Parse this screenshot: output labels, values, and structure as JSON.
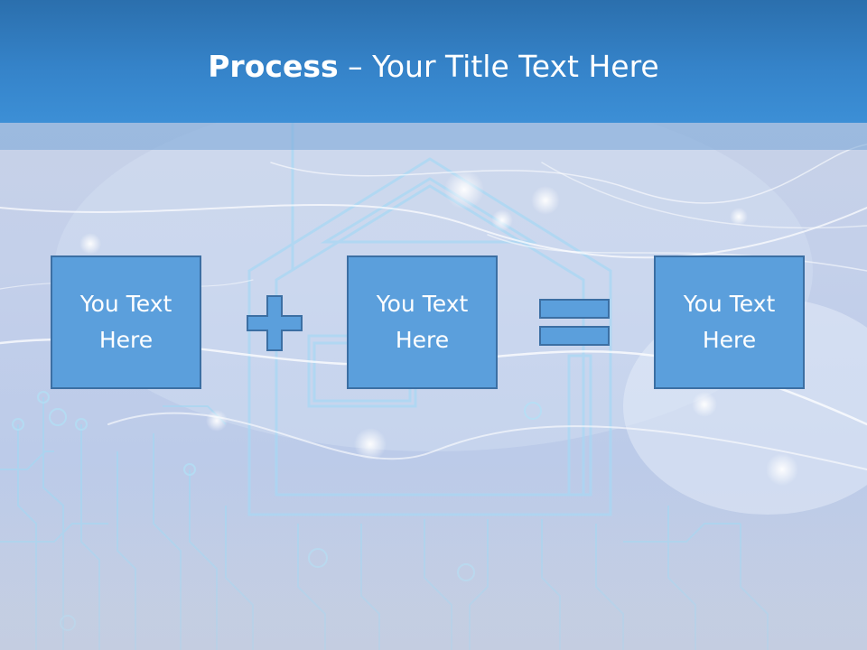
{
  "slide": {
    "title_bold": "Process",
    "title_rest": " – Your Title Text Here"
  },
  "boxes": [
    {
      "text": "You Text Here"
    },
    {
      "text": "You Text Here"
    },
    {
      "text": "You Text Here"
    }
  ],
  "operators": {
    "first": "plus-icon",
    "second": "equals-icon"
  },
  "colors": {
    "header": "#3583c9",
    "box_fill": "#5b9fdc",
    "box_border": "#3c6fa3",
    "text": "#ffffff"
  }
}
